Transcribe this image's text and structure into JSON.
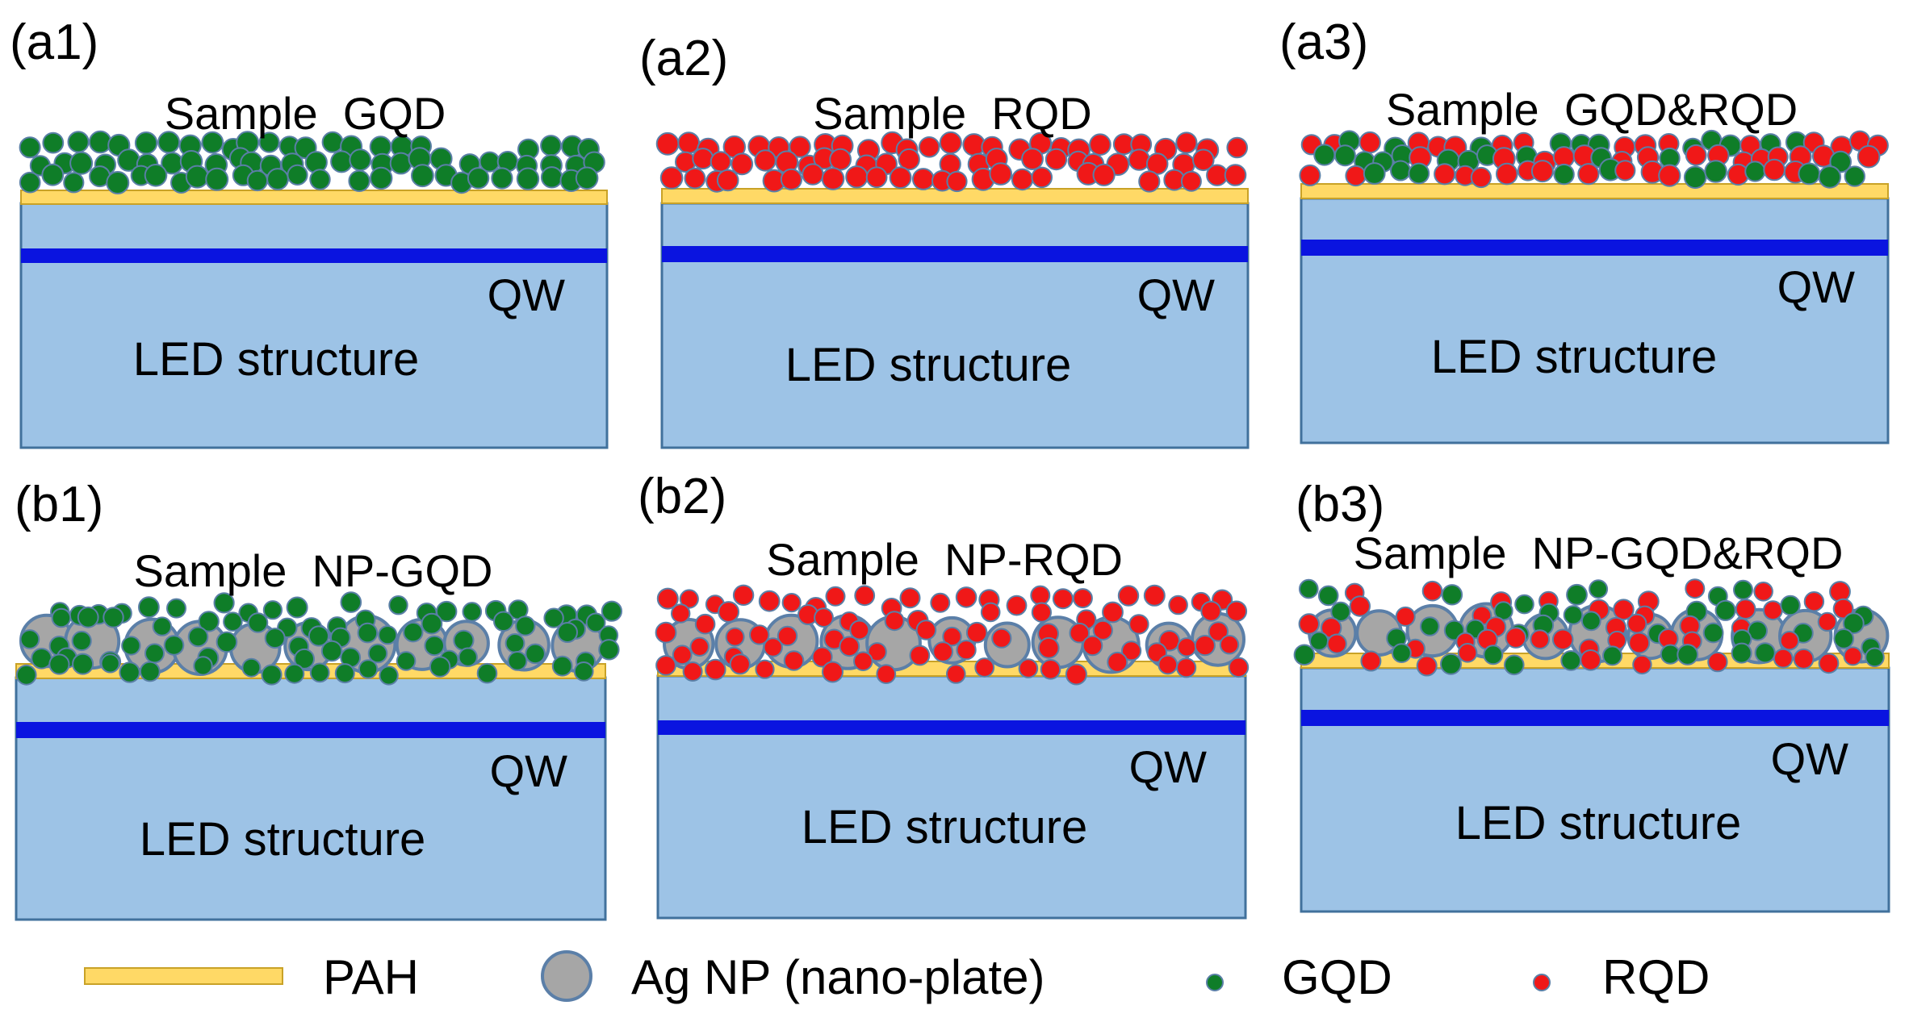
{
  "colors": {
    "led": "#9dc3e6",
    "led_border": "#41719c",
    "pah": "#ffd966",
    "pah_border": "#c9a227",
    "qw": "#0a14e0",
    "gqd": "#0f7d28",
    "rqd": "#f01818",
    "qd_border": "#5a7fa6",
    "np": "#a6a6a6",
    "np_border": "#5b7fa8"
  },
  "panels": [
    {
      "id": "a1",
      "label": "(a1)",
      "title": "Sample  GQD",
      "qw_label": "QW",
      "structure_label": "LED structure",
      "dots": "green",
      "has_np": false
    },
    {
      "id": "a2",
      "label": "(a2)",
      "title": "Sample  RQD",
      "qw_label": "QW",
      "structure_label": "LED structure",
      "dots": "red",
      "has_np": false
    },
    {
      "id": "a3",
      "label": "(a3)",
      "title": "Sample  GQD&RQD",
      "qw_label": "QW",
      "structure_label": "LED structure",
      "dots": "mixed",
      "has_np": false
    },
    {
      "id": "b1",
      "label": "(b1)",
      "title": "Sample  NP-GQD",
      "qw_label": "QW",
      "structure_label": "LED structure",
      "dots": "green",
      "has_np": true
    },
    {
      "id": "b2",
      "label": "(b2)",
      "title": "Sample  NP-RQD",
      "qw_label": "QW",
      "structure_label": "LED structure",
      "dots": "red",
      "has_np": true
    },
    {
      "id": "b3",
      "label": "(b3)",
      "title": "Sample  NP-GQD&RQD",
      "qw_label": "QW",
      "structure_label": "LED structure",
      "dots": "mixed",
      "has_np": true
    }
  ],
  "legend": {
    "pah": "PAH",
    "np": "Ag NP (nano-plate)",
    "gqd": "GQD",
    "rqd": "RQD"
  }
}
